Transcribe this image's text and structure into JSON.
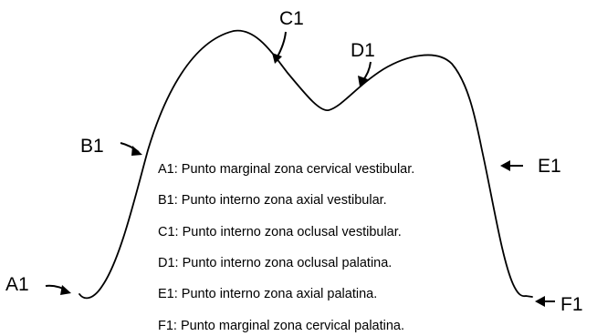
{
  "diagram": {
    "point_labels": {
      "a1": "A1",
      "b1": "B1",
      "c1": "C1",
      "d1": "D1",
      "e1": "E1",
      "f1": "F1"
    },
    "legend": [
      "A1: Punto marginal zona cervical vestibular.",
      "B1: Punto interno zona axial vestibular.",
      "C1: Punto interno zona oclusal vestibular.",
      "D1: Punto interno zona oclusal palatina.",
      "E1: Punto interno zona axial palatina.",
      "F1: Punto marginal zona cervical palatina."
    ]
  }
}
